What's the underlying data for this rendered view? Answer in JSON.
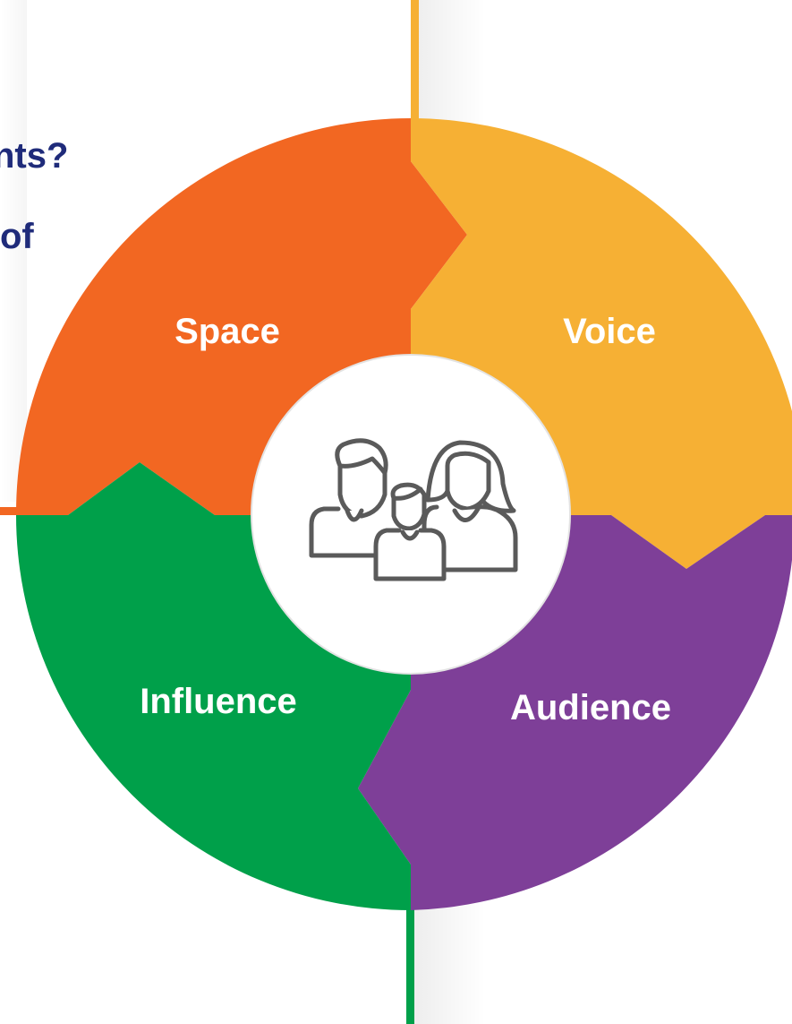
{
  "heading_fragments": {
    "line1": "nts?",
    "line2": "of"
  },
  "segments": [
    {
      "key": "space",
      "label": "Space",
      "color": "#f26722"
    },
    {
      "key": "voice",
      "label": "Voice",
      "color": "#f6b034"
    },
    {
      "key": "audience",
      "label": "Audience",
      "color": "#7e3f98"
    },
    {
      "key": "influence",
      "label": "Influence",
      "color": "#00a04a"
    }
  ],
  "center": {
    "icon": "family-group-icon"
  },
  "colors": {
    "heading": "#1f2b7a",
    "line_top": "#f6b034",
    "line_bottom": "#00a04a",
    "line_left": "#f26722"
  }
}
